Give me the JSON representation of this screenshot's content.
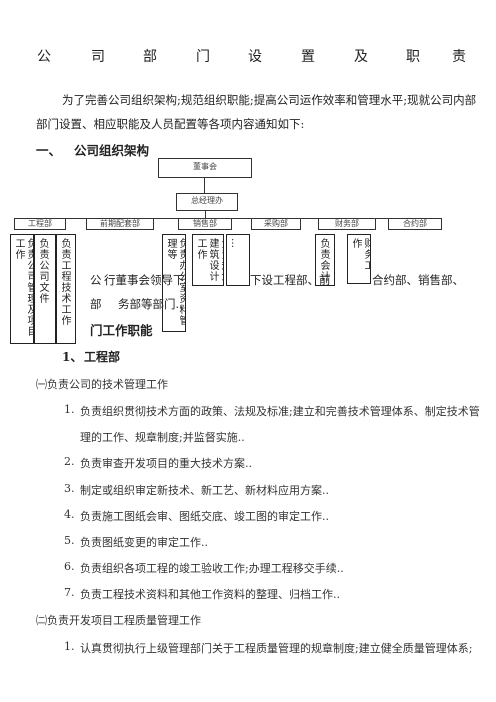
{
  "title_chars": [
    "公",
    "司",
    "部",
    "门",
    "设",
    "置",
    "及",
    "职",
    "责"
  ],
  "intro": {
    "line1": "为了完善公司组织架构;规范组织职能;提高公司运作效率和管理水平;现就公司内部",
    "line2": "部门设置、相应职能及人员配置等各项内容通知如下:"
  },
  "section1": {
    "num": "一、",
    "title": "公司组织架构"
  },
  "org": {
    "top": "董事会",
    "mid": "总经理办",
    "depts": [
      "工程部",
      "前期配套部",
      "销售部",
      "采购部",
      "财务部",
      "合约部"
    ],
    "vcols": [
      "负责公司管理及项目工作",
      "负责公司文件",
      "负责工程技术工作",
      "负责办公室资料管理等",
      "负责规划建筑设计工作",
      "…",
      "负责会计",
      "财务工作"
    ]
  },
  "body_overlap": {
    "line1_left": "公",
    "line1_mid": "行董事会领导下",
    "line1_right": "下设工程部、前",
    "line1_far": "合约部、销售部、",
    "line2_a": "部",
    "line2_b": "务部等部门.."
  },
  "section2": {
    "title": "门工作职能"
  },
  "sub1": {
    "num": "1、",
    "title": "工程部"
  },
  "group1": "㈠负责公司的技术管理工作",
  "items1": [
    {
      "n": "1.",
      "t": "负责组织贯彻技术方面的政策、法规及标准;建立和完善技术管理体系、制定技术管"
    },
    {
      "n": "",
      "t": "理的工作、规章制度;并监督实施.."
    },
    {
      "n": "2.",
      "t": "负责审查开发项目的重大技术方案.."
    },
    {
      "n": "3.",
      "t": "制定或组织审定新技术、新工艺、新材料应用方案.."
    },
    {
      "n": "4.",
      "t": "负责施工图纸会审、图纸交底、竣工图的审定工作.."
    },
    {
      "n": "5.",
      "t": "负责图纸变更的审定工作.."
    },
    {
      "n": "6.",
      "t": "负责组织各项工程的竣工验收工作;办理工程移交手续.."
    },
    {
      "n": "7.",
      "t": "负责工程技术资料和其他工作资料的整理、归档工作.."
    }
  ],
  "group2": "㈡负责开发项目工程质量管理工作",
  "items2": [
    {
      "n": "1.",
      "t": "认真贯彻执行上级管理部门关于工程质量管理的规章制度;建立健全质量管理体系;"
    }
  ]
}
